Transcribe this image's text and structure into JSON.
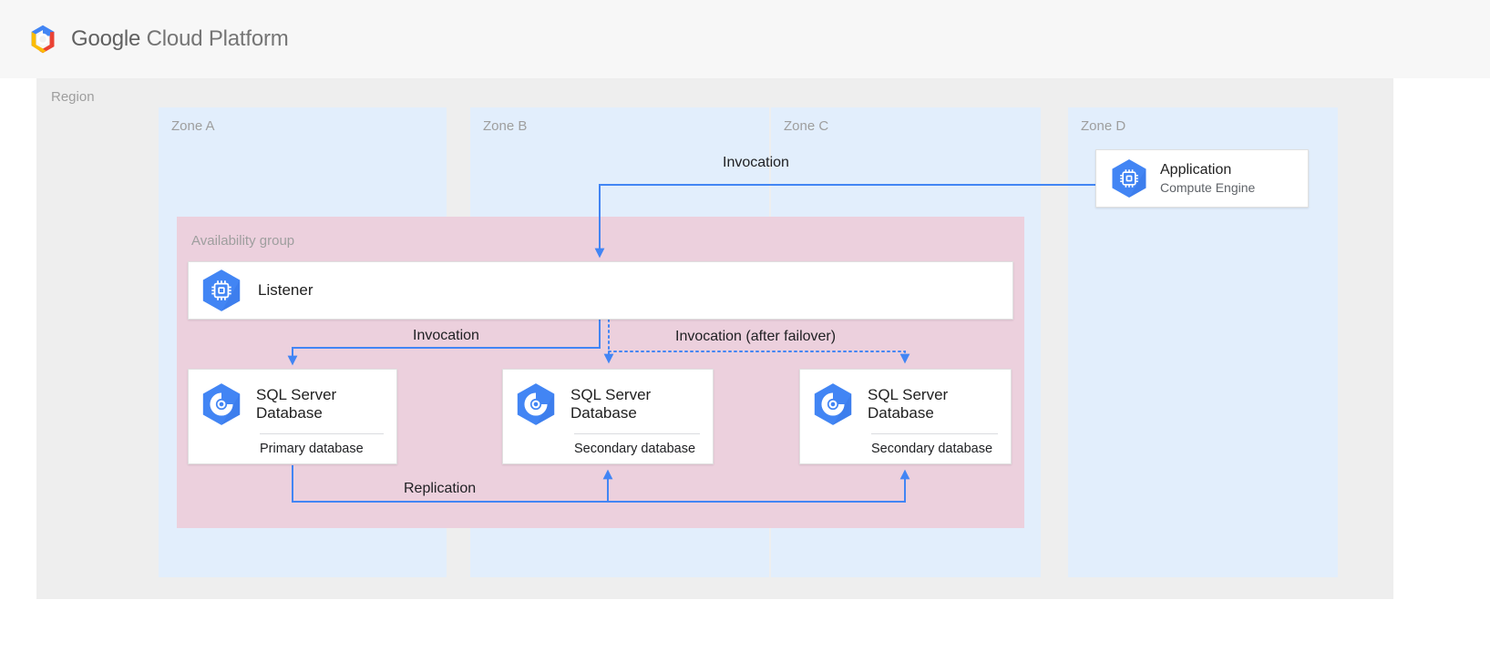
{
  "header": {
    "logo_icon": "google-cloud-platform-hexagon-logo",
    "brand_bold": "Google",
    "brand_rest": " Cloud Platform"
  },
  "diagram": {
    "region": {
      "label": "Region"
    },
    "zones": [
      {
        "id": "zone-a",
        "label": "Zone A"
      },
      {
        "id": "zone-b",
        "label": "Zone B"
      },
      {
        "id": "zone-c",
        "label": "Zone C"
      },
      {
        "id": "zone-d",
        "label": "Zone D"
      }
    ],
    "availability_group": {
      "label": "Availability group"
    },
    "nodes": {
      "application": {
        "icon": "compute-engine-icon",
        "title": "Application",
        "subtitle": "Compute Engine"
      },
      "listener": {
        "icon": "compute-engine-icon",
        "title": "Listener"
      },
      "db_primary": {
        "icon": "cloud-sql-icon",
        "title": "SQL Server\nDatabase",
        "role": "Primary database"
      },
      "db_secondary_1": {
        "icon": "cloud-sql-icon",
        "title": "SQL Server\nDatabase",
        "role": "Secondary database"
      },
      "db_secondary_2": {
        "icon": "cloud-sql-icon",
        "title": "SQL Server\nDatabase",
        "role": "Secondary database"
      }
    },
    "edges": {
      "invocation_top": "Invocation",
      "invocation_primary": "Invocation",
      "invocation_failover": "Invocation (after failover)",
      "replication": "Replication"
    }
  },
  "colors": {
    "header_bg": "#f7f7f7",
    "region_bg": "#eeeeee",
    "zone_bg": "#e2eefc",
    "availability_group_bg": "#ecd0dd",
    "connector_blue": "#4285f4",
    "icon_blue": "#4285f4",
    "text_primary": "#212121",
    "text_muted": "#9e9e9e"
  }
}
